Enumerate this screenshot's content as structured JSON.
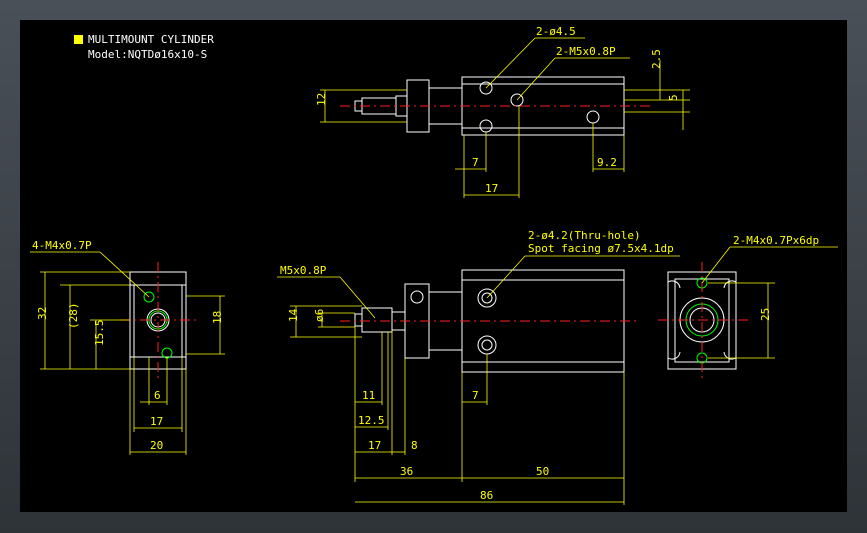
{
  "title": {
    "line1": "MULTIMOUNT CYLINDER",
    "line2": "Model:NQTDø16x10-S",
    "marker_color": "#ffff00"
  },
  "colors": {
    "background": "#000000",
    "outline": "#ffffff",
    "dimension": "#ffff00",
    "centerline": "#ff2020",
    "thread": "#00ff00"
  },
  "top_view": {
    "callout_holes": "2-ø4.5",
    "callout_thread": "2-M5x0.8P",
    "dim_height": "12",
    "dim_offset_2_5": "2.5",
    "dim_offset_5": "5",
    "dim_7": "7",
    "dim_9_2": "9.2",
    "dim_17": "17"
  },
  "left_view": {
    "callout": "4-M4x0.7P",
    "dim_32": "32",
    "dim_28": "(28)",
    "dim_15_5": "15.5",
    "dim_18": "18",
    "dim_6": "6",
    "dim_17": "17",
    "dim_20": "20"
  },
  "front_view": {
    "callout_port": "M5x0.8P",
    "callout_holes_1": "2-ø4.2(Thru-hole)",
    "callout_holes_2": "Spot facing ø7.5x4.1dp",
    "dim_14": "14",
    "dim_dia6": "ø6",
    "dim_11": "11",
    "dim_12_5": "12.5",
    "dim_17": "17",
    "dim_8": "8",
    "dim_7": "7",
    "dim_36": "36",
    "dim_50": "50",
    "dim_86": "86"
  },
  "right_view": {
    "callout": "2-M4x0.7Px6dp",
    "dim_25": "25"
  }
}
